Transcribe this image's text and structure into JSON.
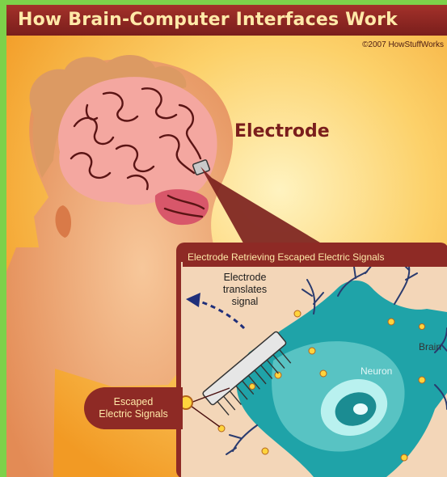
{
  "title": "How Brain-Computer Interfaces Work",
  "copyright": "©2007 HowStuffWorks",
  "labels": {
    "electrode": "Electrode",
    "inset_title": "Electrode Retrieving Escaped Electric Signals",
    "translates_line1": "Electrode",
    "translates_line2": "translates",
    "translates_line3": "signal",
    "neuron": "Neuron",
    "brain": "Brain",
    "escaped_line1": "Escaped",
    "escaped_line2": "Electric Signals"
  },
  "colors": {
    "background": "#f7b23a",
    "frame_border": "#7dd14a",
    "banner": "#8e2a25",
    "banner_text": "#ffe9a8",
    "neuron": "#1fa3a8",
    "brain": "#f4a7a0"
  }
}
